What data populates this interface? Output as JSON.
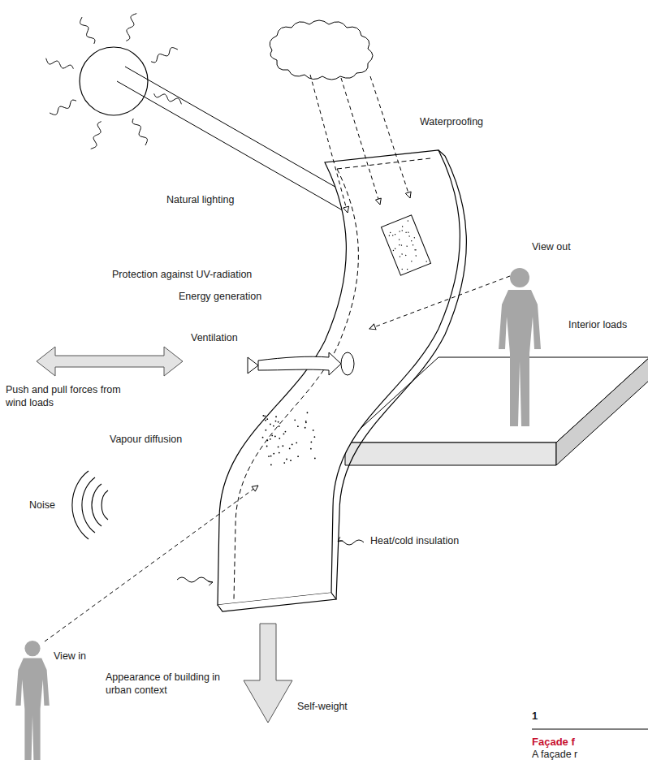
{
  "diagram": {
    "labels": [
      "Waterproofing",
      "Natural lighting",
      "Protection against UV-radiation",
      "Energy generation",
      "View out",
      "Ventilation",
      "Push and pull forces from wind loads",
      "Interior loads",
      "Vapour diffusion",
      "Noise",
      "Heat/cold insulation",
      "View in",
      "Appearance of building in urban context",
      "Self-weight",
      "1",
      "Façade f",
      "A façade r"
    ]
  }
}
